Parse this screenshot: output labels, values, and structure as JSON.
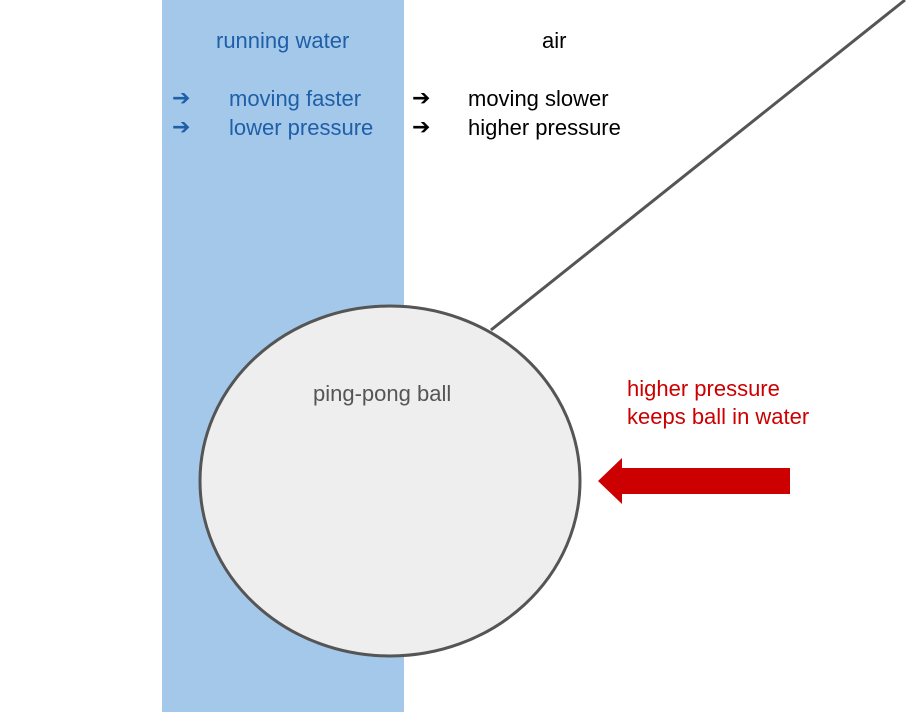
{
  "colors": {
    "water": "#a4c8ea",
    "water_text": "#1f5fa8",
    "air_text": "#000000",
    "ball_fill": "#eeeeee",
    "ball_stroke": "#555555",
    "string": "#555555",
    "force_arrow": "#cc0000"
  },
  "water": {
    "label": "running water",
    "lines": [
      "moving faster",
      "lower pressure"
    ],
    "arrow_icon": "➔"
  },
  "air": {
    "label": "air",
    "lines": [
      "moving slower",
      "higher pressure"
    ],
    "arrow_icon": "➔"
  },
  "ball": {
    "label": "ping-pong ball"
  },
  "force": {
    "lines": [
      "higher pressure",
      "keeps ball in water"
    ]
  }
}
